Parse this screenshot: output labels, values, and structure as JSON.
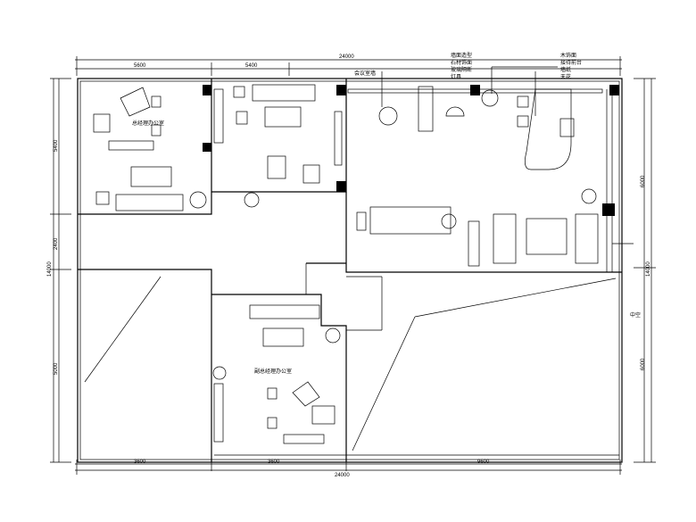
{
  "drawing": {
    "dimensions": {
      "top_total": "24000",
      "top_segments": [
        "5600",
        "5400"
      ],
      "bottom_total": "24000",
      "bottom_segments": [
        "3600",
        "3600",
        "9600"
      ],
      "left_total": "14000",
      "left_segments": [
        "5400",
        "2400",
        "5000"
      ],
      "right_total": "14000",
      "right_segments": [
        "6000",
        "6000"
      ]
    },
    "rooms": {
      "office_top_left": "总经理办公室",
      "office_bottom": "副总经理办公室"
    },
    "annotations": [
      "会议室墙",
      "墙面造型",
      "石材饰面",
      "玻璃隔断",
      "灯具",
      "木饰面",
      "接待前台",
      "墙纸",
      "天花",
      "中空"
    ]
  }
}
